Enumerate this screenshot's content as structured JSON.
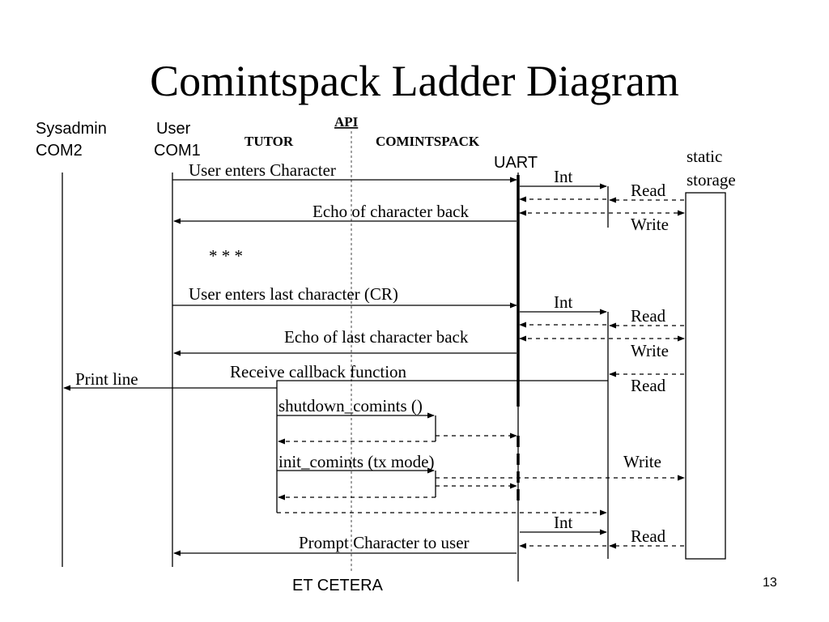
{
  "title": "Comintspack Ladder Diagram",
  "columns": {
    "sysadmin_name": "Sysadmin",
    "sysadmin_port": "COM2",
    "user_name": "User",
    "user_port": "COM1",
    "tutor": "TUTOR",
    "api": "API",
    "comintspack": "COMINTSPACK",
    "uart": "UART",
    "storage_line1": "static",
    "storage_line2": "storage"
  },
  "messages": {
    "user_enters_character": "User enters Character",
    "echo_character_back": "Echo of character back",
    "ellipsis": "* * *",
    "user_enters_last_character": "User enters last character (CR)",
    "echo_last_character_back": "Echo of last character back",
    "receive_callback": "Receive callback function",
    "print_line": "Print line",
    "shutdown_comints": "shutdown_comints ()",
    "init_comints": "init_comints (tx mode)",
    "prompt_character": "Prompt Character to user",
    "int_label": "Int",
    "read_label": "Read",
    "write_label": "Write"
  },
  "footer": "ET CETERA",
  "page_number": "13"
}
